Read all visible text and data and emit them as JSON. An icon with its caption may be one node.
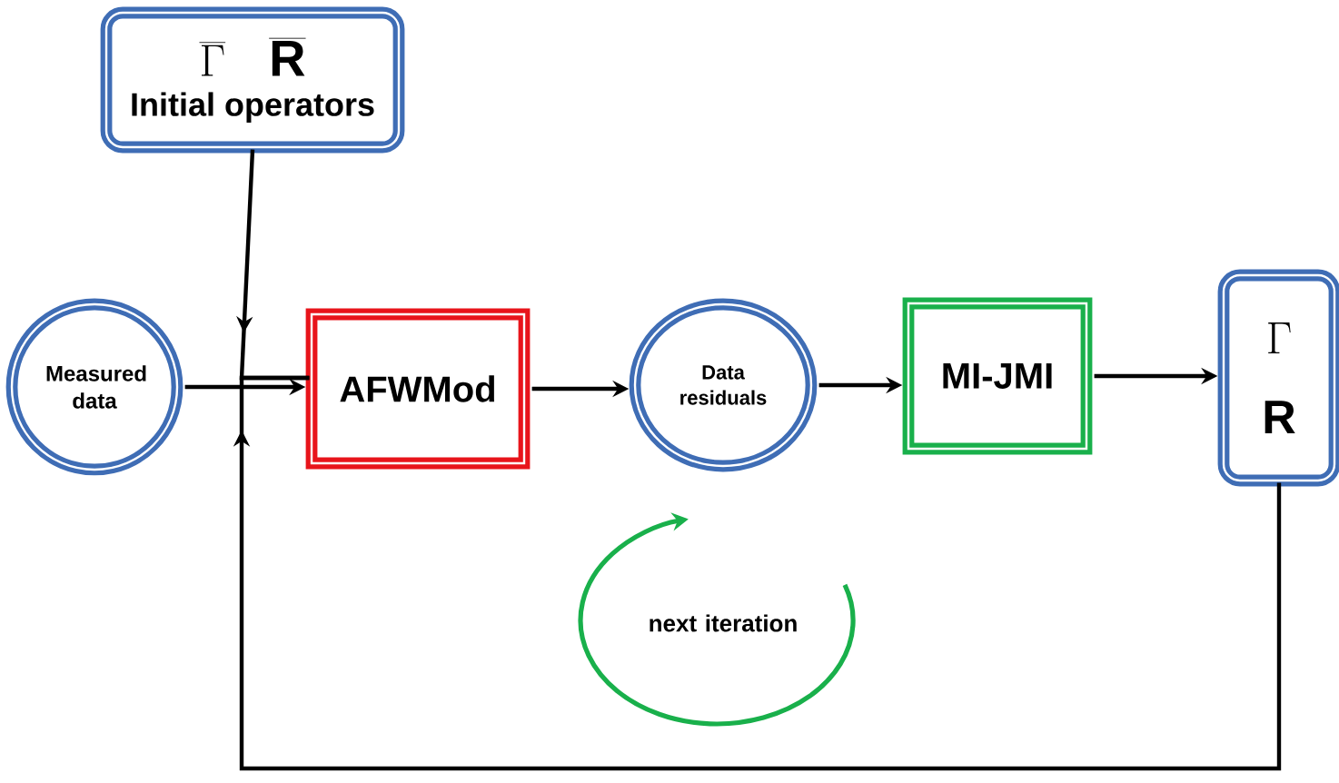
{
  "diagram": {
    "nodes": [
      {
        "text": [
          "\\overline{\\Gamma}",
          "\\overline{\\mathbf{R}}",
          "Initial operators"
        ]
      },
      {
        "text": [
          "Measured data"
        ]
      },
      {
        "text": [
          "AFWMod"
        ]
      },
      {
        "text": [
          "Data residuals"
        ]
      },
      {
        "text": [
          "MI-JMI"
        ]
      },
      {
        "text": [
          "\\Gamma",
          "\\mathbf{R}"
        ]
      }
    ],
    "edges": [
      {
        "from": 0,
        "to": 2,
        "arrow": "to"
      },
      {
        "from": 1,
        "to": 2,
        "arrow": "to"
      },
      {
        "from": 2,
        "to": 3,
        "arrow": "to"
      },
      {
        "from": 3,
        "to": 4,
        "arrow": "to"
      },
      {
        "from": 4,
        "to": 5,
        "arrow": "to"
      },
      {
        "from": 5,
        "to": 2,
        "arrow": "to"
      }
    ],
    "labels": [
      "next iteration"
    ]
  }
}
